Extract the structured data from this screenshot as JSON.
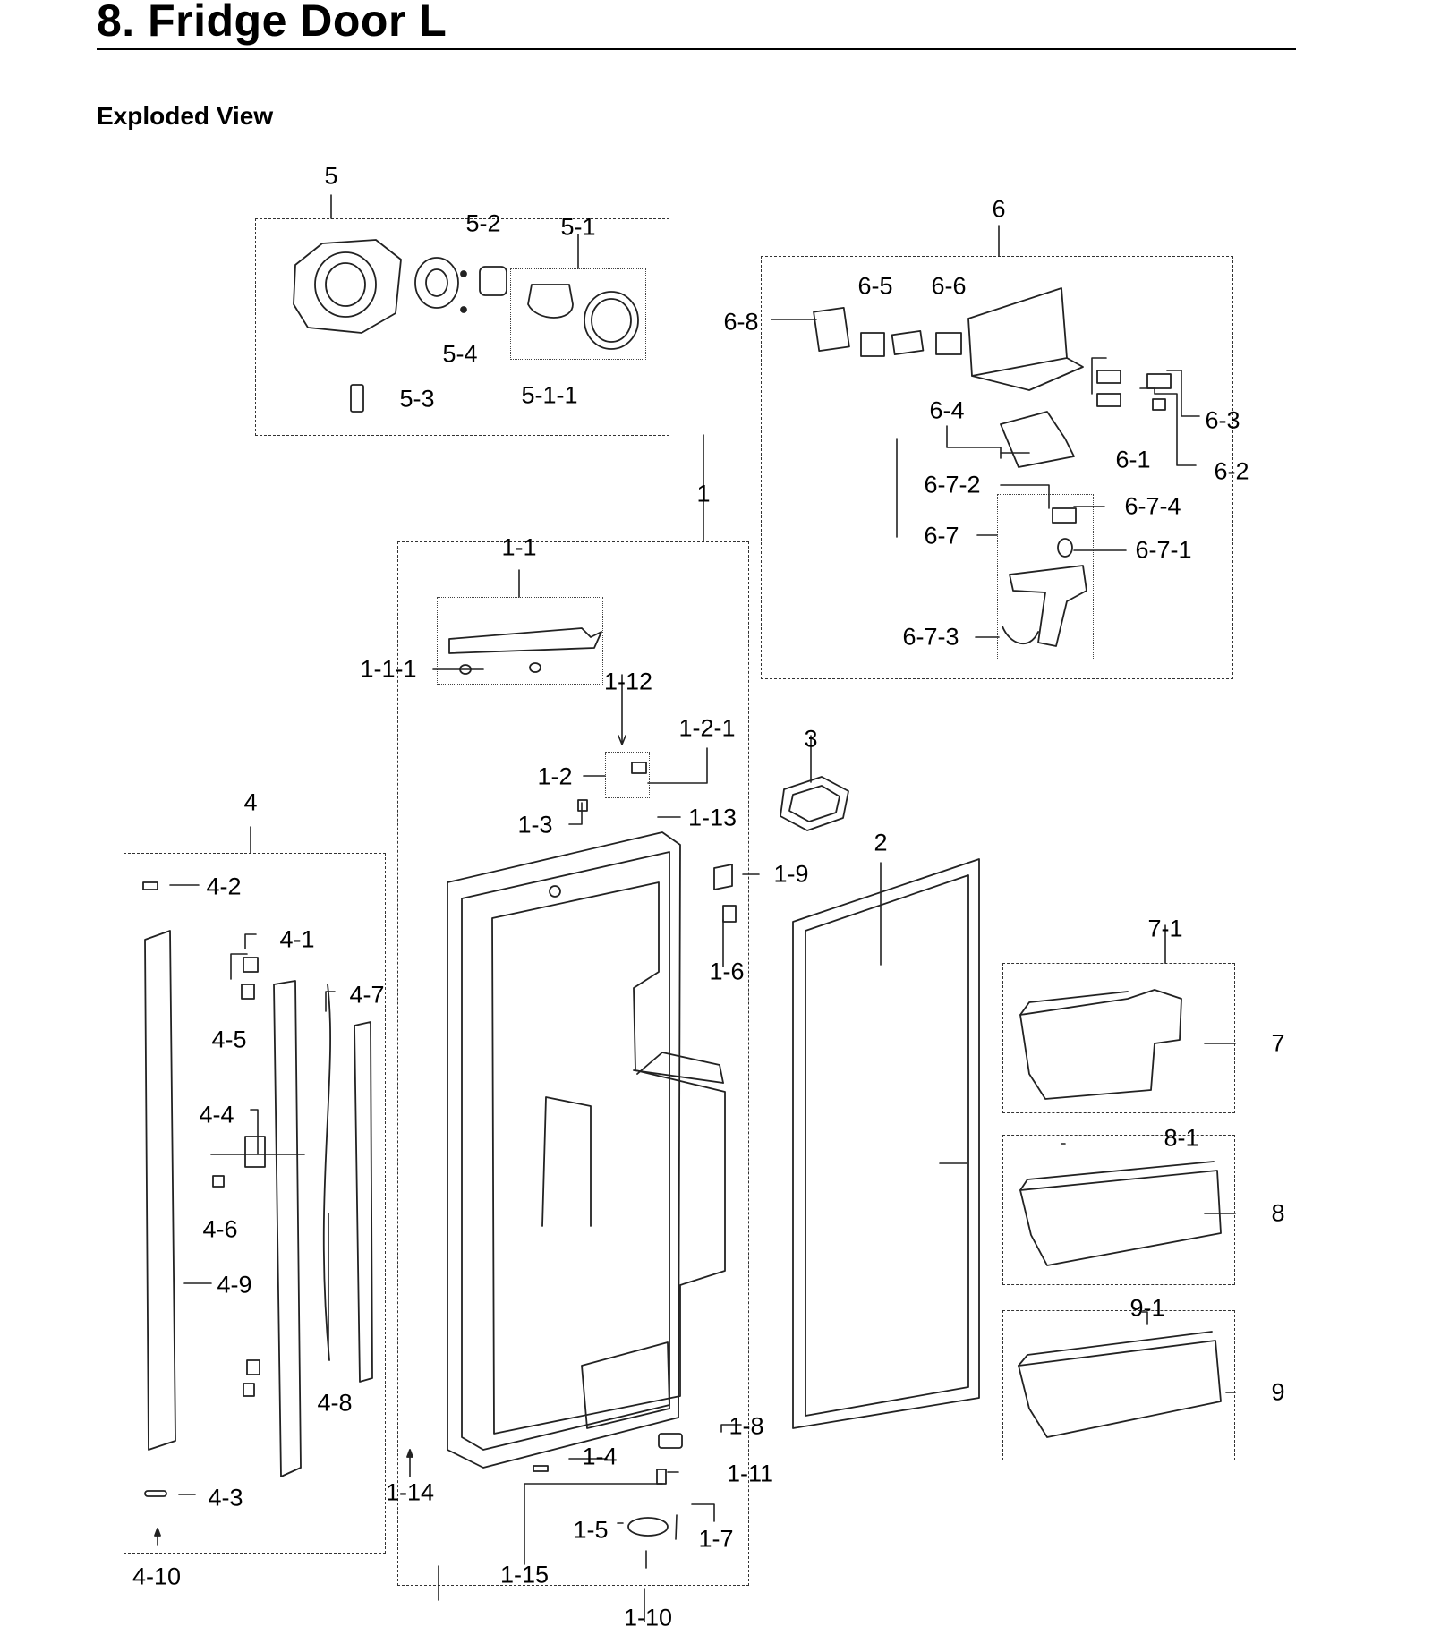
{
  "header": {
    "title": "8.  Fridge Door L",
    "subtitle": "Exploded View"
  },
  "callouts": {
    "c5": "5",
    "c5_1": "5-1",
    "c5_2": "5-2",
    "c5_3": "5-3",
    "c5_4": "5-4",
    "c5_1_1": "5-1-1",
    "c6": "6",
    "c6_1": "6-1",
    "c6_2": "6-2",
    "c6_3": "6-3",
    "c6_4": "6-4",
    "c6_5": "6-5",
    "c6_6": "6-6",
    "c6_8": "6-8",
    "c6_7": "6-7",
    "c6_7_1": "6-7-1",
    "c6_7_2": "6-7-2",
    "c6_7_3": "6-7-3",
    "c6_7_4": "6-7-4",
    "c1": "1",
    "c1_1": "1-1",
    "c1_1_1": "1-1-1",
    "c1_2": "1-2",
    "c1_2_1": "1-2-1",
    "c1_3": "1-3",
    "c1_4": "1-4",
    "c1_5": "1-5",
    "c1_6": "1-6",
    "c1_7": "1-7",
    "c1_8": "1-8",
    "c1_9": "1-9",
    "c1_10": "1-10",
    "c1_11": "1-11",
    "c1_12": "1-12",
    "c1_13": "1-13",
    "c1_14": "1-14",
    "c1_15": "1-15",
    "c2": "2",
    "c3": "3",
    "c4": "4",
    "c4_1": "4-1",
    "c4_2": "4-2",
    "c4_3": "4-3",
    "c4_4": "4-4",
    "c4_5": "4-5",
    "c4_6": "4-6",
    "c4_7": "4-7",
    "c4_8": "4-8",
    "c4_9": "4-9",
    "c4_10": "4-10",
    "c7": "7",
    "c7_1": "7-1",
    "c8": "8",
    "c8_1": "8-1",
    "c9": "9",
    "c9_1": "9-1"
  }
}
